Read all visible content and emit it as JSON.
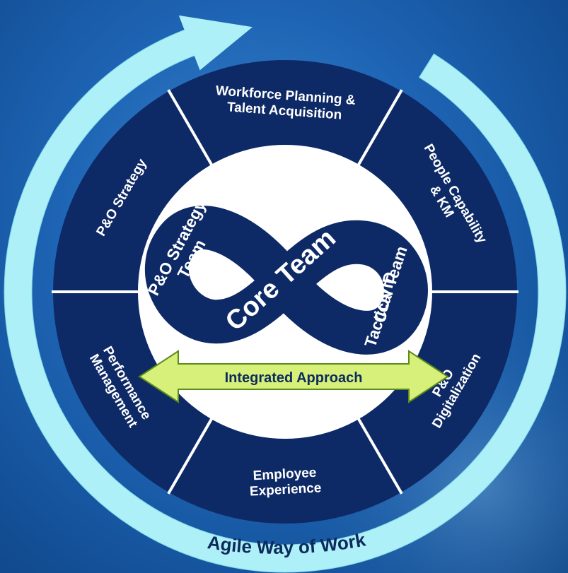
{
  "segments": {
    "top": [
      "Workforce Planning &",
      "Talent Acquisition"
    ],
    "upper_left": "P&O Strategy",
    "upper_right": [
      "People Capability",
      "& KM"
    ],
    "lower_left": [
      "Performance",
      "Management"
    ],
    "bottom": [
      "Employee",
      "Experience"
    ],
    "lower_right": [
      "P&O",
      "Digitalization"
    ]
  },
  "core": {
    "label": "Core Team",
    "left_loop": [
      "P&O Strategy",
      "Team"
    ],
    "right_loop": [
      "COVID",
      "Tactical Team"
    ]
  },
  "integrated_approach": "Integrated Approach",
  "outer_ring_label": "Agile Way of Work",
  "colors": {
    "ring_light": "#aef0f8",
    "segment_navy": "#0e2a66",
    "separator": "#ffffff",
    "arrow_fill": "#d6f07a",
    "arrow_stroke": "#5d8a1a",
    "background": "#1e64b4"
  }
}
